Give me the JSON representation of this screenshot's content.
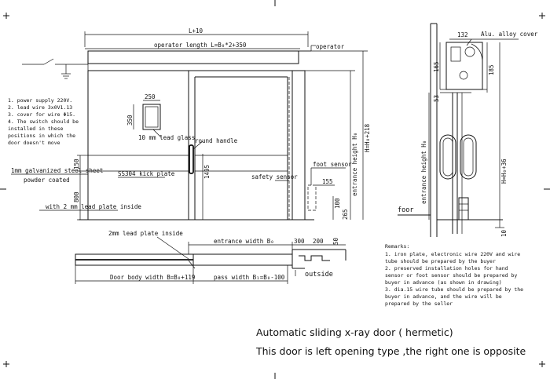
{
  "elevation": {
    "width_top": "L+10",
    "operator_length": "operator length L=B₀*2+350",
    "operator": "operator",
    "dim_250": "250",
    "dim_350": "350",
    "lead_glass": "10 mm lead glass",
    "round_handle": "round handle",
    "kick_plate": "SS304 kick plate",
    "dim_1495": "1495",
    "safety_sensor": "safety sensor",
    "foot_sensor": "foot sensor",
    "dim_155": "155",
    "dim_100": "100",
    "dim_265": "265",
    "dim_150": "150",
    "dim_800": "800",
    "steel_sheet": "1mm galvanized steel sheet",
    "powder_coated": "powder coated",
    "lead_plate_inside": "with 2 mm lead plate inside",
    "entrance_height": "entrance height H₀",
    "total_height": "H=H₀+218"
  },
  "notes": [
    "1. power supply 220V.",
    "2. lead wire 3x0V1.13",
    "3. cover for wire  Φ15.",
    "4. The switch should be",
    "   installed in these",
    "   positions in which the",
    "   door doesn't move"
  ],
  "plan": {
    "lead_plate": "2mm  lead plate inside",
    "entrance_width": "entrance width B₀",
    "body_width": "Door body width B=B₀+119",
    "pass_width": "pass width B₁=B₀-100",
    "dim_300": "300",
    "dim_200": "200",
    "dim_50": "50",
    "outside": "outside"
  },
  "section": {
    "dim_132": "132",
    "cover": "Alu. alloy cover",
    "dim_165": "165",
    "dim_185": "185",
    "dim_53": "53",
    "entrance_height": "entrance height H₀",
    "total_height": "H=H₀+36",
    "floor": "foor",
    "dim_10": "10"
  },
  "remarks": {
    "title": "Remarks:",
    "lines": [
      "1. iron plate, electronic wire 220V and wire",
      "tube should be prepared by the buyer",
      "2. preserved installation holes for hand",
      "sensor or foot sensor should be prepared by",
      "buyer in advance (as shown in drawing)",
      "3. dia.15 wire tube should be prepared by the",
      "buyer in advance, and the wire will be",
      "prepared by the seller"
    ]
  },
  "caption": {
    "line1": "Automatic sliding x-ray door ( hermetic)",
    "line2": "This door is left opening type ,the right one is opposite"
  }
}
